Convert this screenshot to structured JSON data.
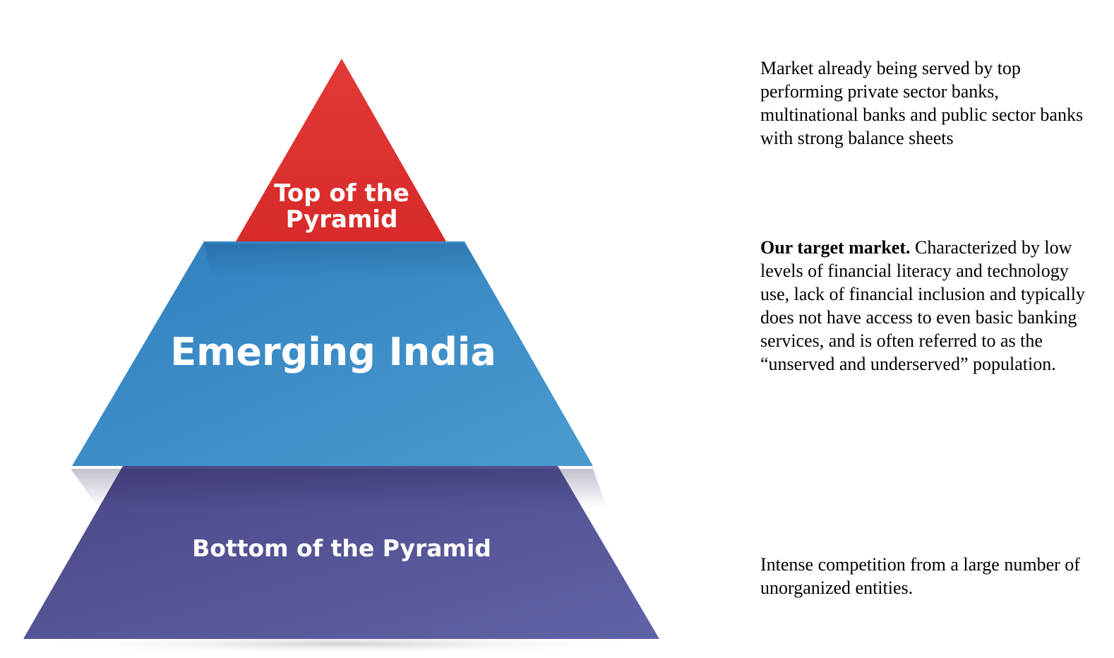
{
  "pyramid": {
    "tiers": [
      {
        "id": "top",
        "label_lines": [
          "Top of the",
          "Pyramid"
        ],
        "color": "#e0312f"
      },
      {
        "id": "middle",
        "label_lines": [
          "Emerging India"
        ],
        "color": "#3a8ec8"
      },
      {
        "id": "bottom",
        "label_lines": [
          "Bottom of the Pyramid"
        ],
        "color": "#55549a"
      }
    ]
  },
  "descriptions": {
    "top": {
      "text": "Market already being served by top performing private sector banks, multinational banks and public sector banks with strong balance sheets"
    },
    "middle": {
      "bold_lead": "Our target market.",
      "text": " Characterized by low levels of financial literacy and technology use, lack of financial inclusion and typically does not have access to even basic banking services, and is often referred to as the “unserved and underserved” population."
    },
    "bottom": {
      "text": "Intense competition from a large number of unorganized entities."
    }
  }
}
